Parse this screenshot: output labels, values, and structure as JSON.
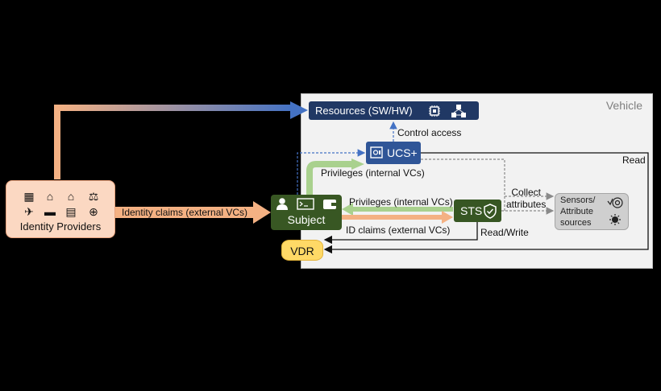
{
  "vehicle_label": "Vehicle",
  "identity_providers": {
    "label": "Identity Providers",
    "icons": [
      "building-icon",
      "bank-icon",
      "house-icon",
      "scales-icon",
      "airplane-icon",
      "car-icon",
      "id-card-icon",
      "medical-cross-icon"
    ]
  },
  "nodes": {
    "resources": "Resources (SW/HW)",
    "ucs": "UCS+",
    "subject": "Subject",
    "sts": "STS",
    "sensors": "Sensors/\nAttribute\nsources",
    "vdr": "VDR"
  },
  "edge_labels": {
    "control_access": "Control access",
    "privileges_ucs": "Privileges (internal VCs)",
    "privileges_sts": "Privileges (internal VCs)",
    "id_claims": "ID claims (external VCs)",
    "identity_claims": "Identity claims (external VCs)",
    "collect_attributes": "Collect\nattributes",
    "read": "Read",
    "read_write": "Read/Write"
  },
  "colors": {
    "background": "#000000",
    "vehicle": "#f2f2f2",
    "resources": "#203864",
    "ucs": "#2f5597",
    "subject": "#385723",
    "sts": "#375623",
    "vdr": "#ffd966",
    "idp": "#fbd8c2",
    "orange_arrow": "#f4b183",
    "green_arrow": "#a9d18e",
    "blue_arrow": "#4472c4"
  }
}
